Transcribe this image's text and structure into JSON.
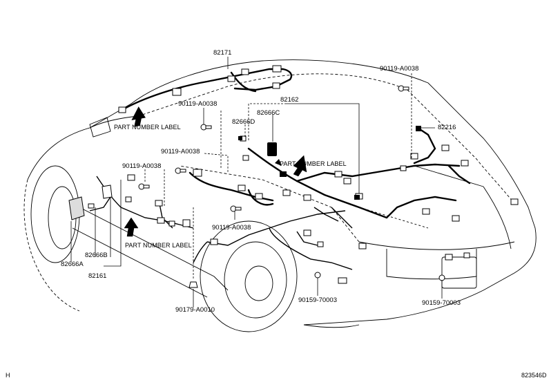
{
  "parts": {
    "harness_roof": "82171",
    "harness_floor_left": "82161",
    "harness_floor_center": "82162",
    "harness_rear": "82216",
    "connector_c": "82666C",
    "connector_d": "82666D",
    "connector_b": "82666B",
    "connector_a": "82666A",
    "bolt_top_right": "90119-A0038",
    "bolt_roof": "90119-A0038",
    "bolt_mid": "90119-A0038",
    "bolt_left": "90119-A0038",
    "bolt_center": "90119-A0038",
    "clip_bottom": "90179-A0010",
    "clip_floor": "90159-70003",
    "clip_trunk": "90159-70003"
  },
  "labels": {
    "part_number_label_1": "PART NUMBER LABEL",
    "part_number_label_2": "PART NUMBER LABEL",
    "part_number_label_3": "PART NUMBER LABEL"
  },
  "footer": {
    "corner_code": "H",
    "diagram_id": "823546D"
  }
}
